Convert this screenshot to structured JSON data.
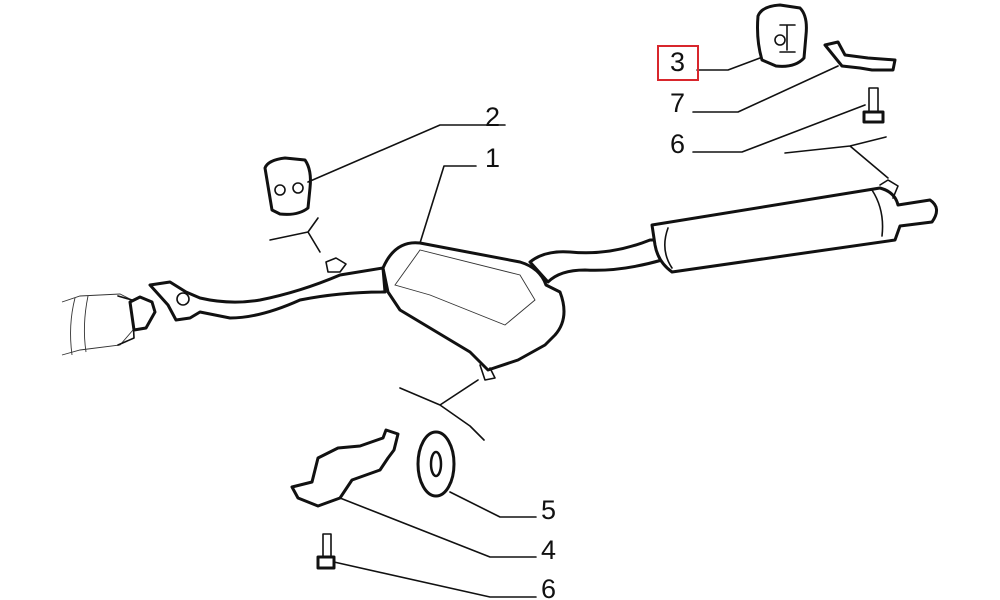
{
  "diagram": {
    "highlight_color": "#d8262c",
    "callouts": [
      {
        "id": "1",
        "label": "1"
      },
      {
        "id": "2",
        "label": "2"
      },
      {
        "id": "3",
        "label": "3",
        "highlighted": true
      },
      {
        "id": "7",
        "label": "7"
      },
      {
        "id": "6a",
        "label": "6"
      },
      {
        "id": "5",
        "label": "5"
      },
      {
        "id": "4",
        "label": "4"
      },
      {
        "id": "6b",
        "label": "6"
      }
    ]
  }
}
